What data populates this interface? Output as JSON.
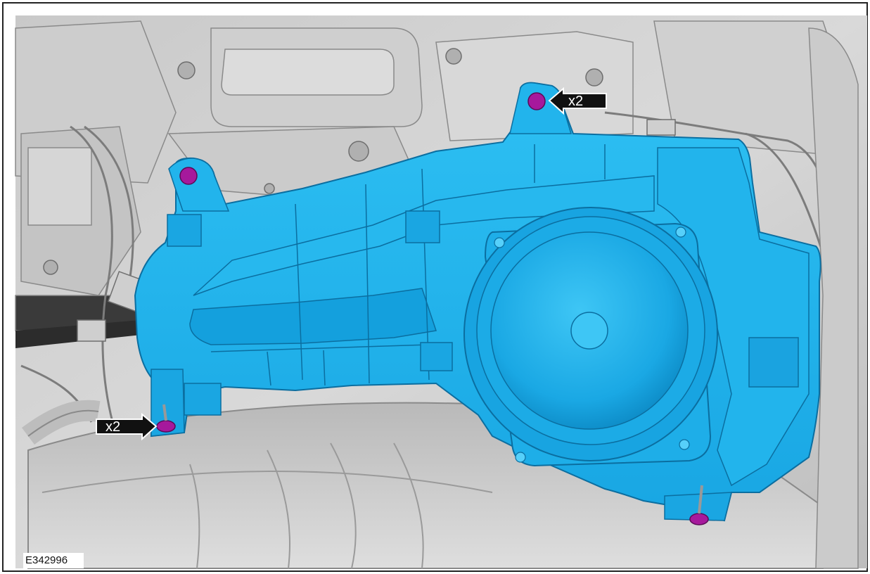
{
  "figure_id": "E342996",
  "callouts": {
    "top": {
      "quantity": "x2",
      "points": "left"
    },
    "bottom": {
      "quantity": "x2",
      "points": "right"
    }
  },
  "colors": {
    "component": "#1fb6ef",
    "component_dark": "#0b8ec9",
    "fastener": "#a6199c",
    "background_part": "#d2d2d2",
    "callout_bg": "#111111",
    "callout_text": "#ffffff"
  }
}
